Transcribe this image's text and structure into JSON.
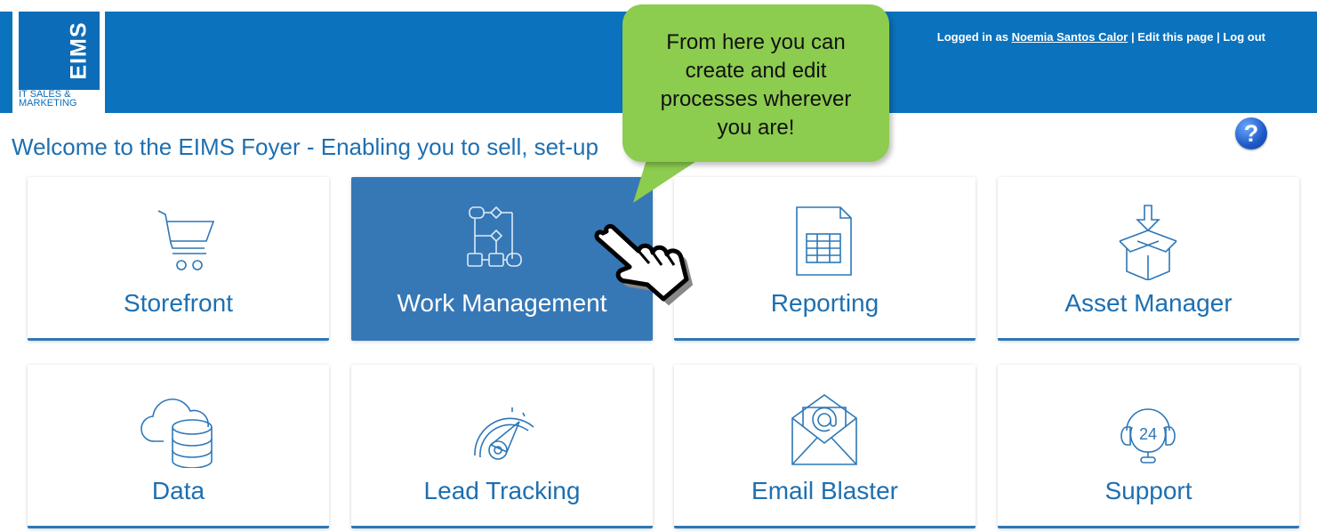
{
  "logo": {
    "brand": "EIMS",
    "sub_line1": "IT SALES &",
    "sub_line2": "MARKETING"
  },
  "userbar": {
    "prefix": "Logged in as",
    "user": "Noemia Santos Calor",
    "separator": "|",
    "edit": "Edit this page",
    "logout": "Log out"
  },
  "welcome": "Welcome to the EIMS Foyer - Enabling you to sell, set-up",
  "help": {
    "icon": "question-circle-icon",
    "glyph": "?"
  },
  "callout": {
    "text_lines": [
      "From here you can",
      "create and edit",
      "processes wherever",
      "you are!"
    ],
    "color": "#8ccc4f"
  },
  "colors": {
    "header": "#0b72bd",
    "accent": "#1e6fb0",
    "active_tile": "#3678b6"
  },
  "tiles": [
    {
      "label": "Storefront",
      "icon": "shopping-cart-icon",
      "active": false
    },
    {
      "label": "Work Management",
      "icon": "workflow-icon",
      "active": true
    },
    {
      "label": "Reporting",
      "icon": "spreadsheet-icon",
      "active": false
    },
    {
      "label": "Asset Manager",
      "icon": "box-download-icon",
      "active": false
    },
    {
      "label": "Data",
      "icon": "cloud-database-icon",
      "active": false
    },
    {
      "label": "Lead Tracking",
      "icon": "speedometer-icon",
      "active": false
    },
    {
      "label": "Email Blaster",
      "icon": "envelope-at-icon",
      "active": false
    },
    {
      "label": "Support",
      "icon": "headset-24-icon",
      "active": false
    }
  ]
}
